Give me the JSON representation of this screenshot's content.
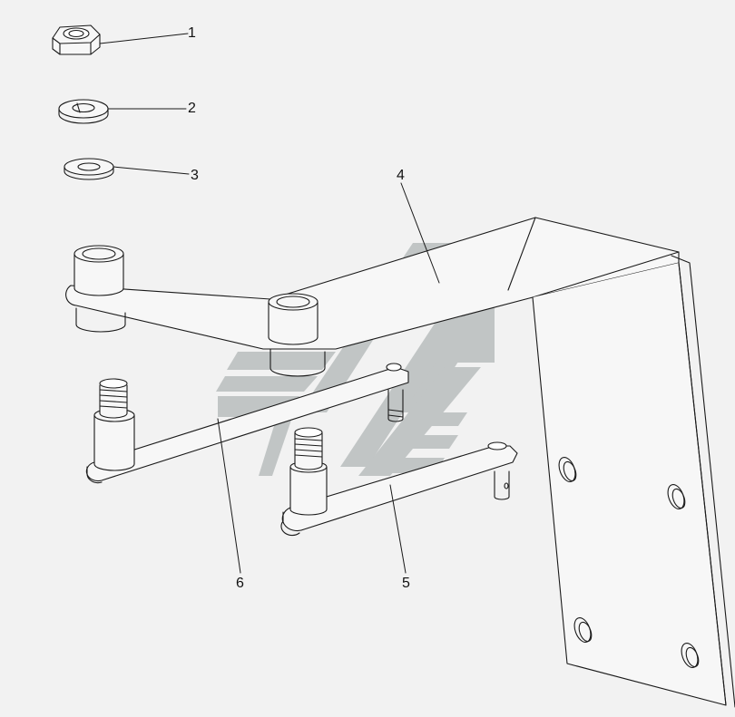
{
  "diagram": {
    "callouts": [
      {
        "id": "c1",
        "label": "1"
      },
      {
        "id": "c2",
        "label": "2"
      },
      {
        "id": "c3",
        "label": "3"
      },
      {
        "id": "c4",
        "label": "4"
      },
      {
        "id": "c5",
        "label": "5"
      },
      {
        "id": "c6",
        "label": "6"
      }
    ],
    "colors": {
      "background": "#f2f2f2",
      "line": "#1a1a1a",
      "watermark": "#b9bebe"
    }
  }
}
